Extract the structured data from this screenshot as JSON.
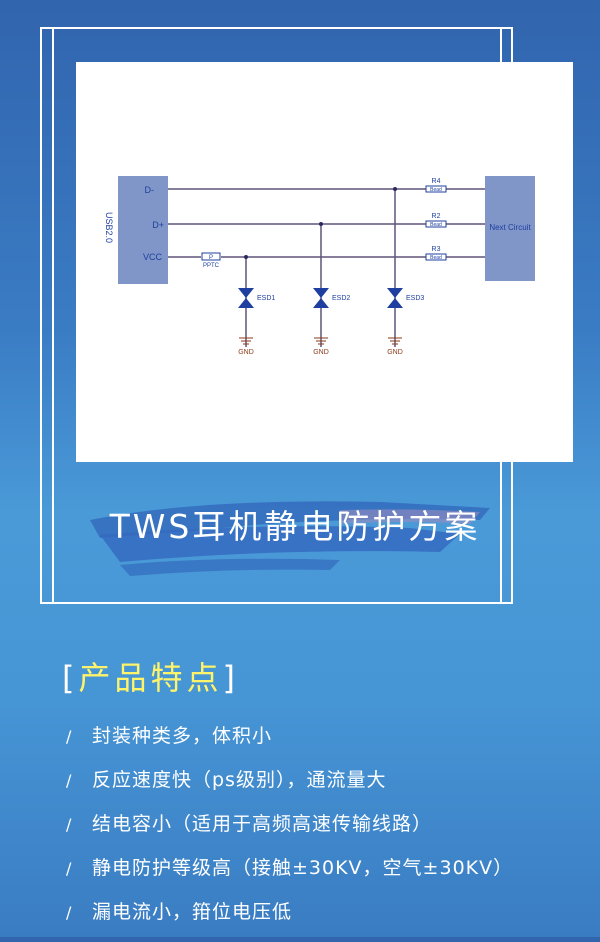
{
  "schematic": {
    "connector": {
      "label": "USB2.0",
      "pins": [
        "D-",
        "D+",
        "VCC"
      ]
    },
    "ptc": {
      "box": "P",
      "label": "PPTC"
    },
    "beads": [
      {
        "ref": "R4",
        "value": "Bead"
      },
      {
        "ref": "R2",
        "value": "Bead"
      },
      {
        "ref": "R3",
        "value": "Bead"
      }
    ],
    "next_block": "Next Circuit",
    "esd": [
      "ESD1",
      "ESD2",
      "ESD3"
    ],
    "ground": [
      "GND",
      "GND",
      "GND"
    ],
    "colors": {
      "block": "#8096c8",
      "wire": "#5e5478",
      "diode": "#1e3fa0",
      "gnd": "#8b3a1a"
    }
  },
  "title": "TWS耳机静电防护方案",
  "features": {
    "heading": "产品特点",
    "bracket_open": "[",
    "bracket_close": "]",
    "bullet": "/",
    "items": [
      "封装种类多，体积小",
      "反应速度快（ps级别），通流量大",
      "结电容小（适用于高频高速传输线路）",
      "静电防护等级高（接触±30KV，空气±30KV）",
      "漏电流小，箝位电压低"
    ]
  },
  "colors": {
    "background": "#3a7cc4",
    "heading": "#fff36a",
    "text": "#ffffff"
  }
}
